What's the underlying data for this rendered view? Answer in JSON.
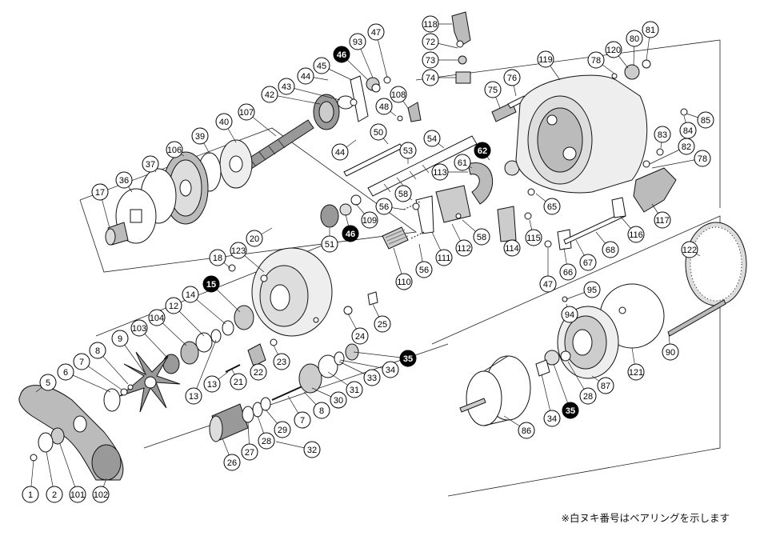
{
  "footnote": "※白ヌキ番号はベアリングを示します",
  "bearing_numbers": [
    "15",
    "35",
    "46",
    "62"
  ],
  "parts": [
    "1",
    "2",
    "5",
    "6",
    "7",
    "8",
    "9",
    "12",
    "13",
    "14",
    "15",
    "17",
    "18",
    "20",
    "21",
    "22",
    "23",
    "24",
    "25",
    "26",
    "27",
    "28",
    "29",
    "30",
    "31",
    "32",
    "33",
    "34",
    "35",
    "36",
    "37",
    "39",
    "40",
    "42",
    "43",
    "44",
    "45",
    "46",
    "47",
    "48",
    "50",
    "51",
    "53",
    "54",
    "56",
    "58",
    "61",
    "62",
    "65",
    "66",
    "67",
    "68",
    "72",
    "73",
    "74",
    "75",
    "76",
    "78",
    "80",
    "81",
    "82",
    "83",
    "84",
    "85",
    "86",
    "87",
    "90",
    "93",
    "94",
    "95",
    "101",
    "102",
    "103",
    "104",
    "106",
    "107",
    "108",
    "109",
    "110",
    "111",
    "112",
    "113",
    "114",
    "115",
    "116",
    "117",
    "118",
    "119",
    "120",
    "121",
    "122",
    "123"
  ]
}
